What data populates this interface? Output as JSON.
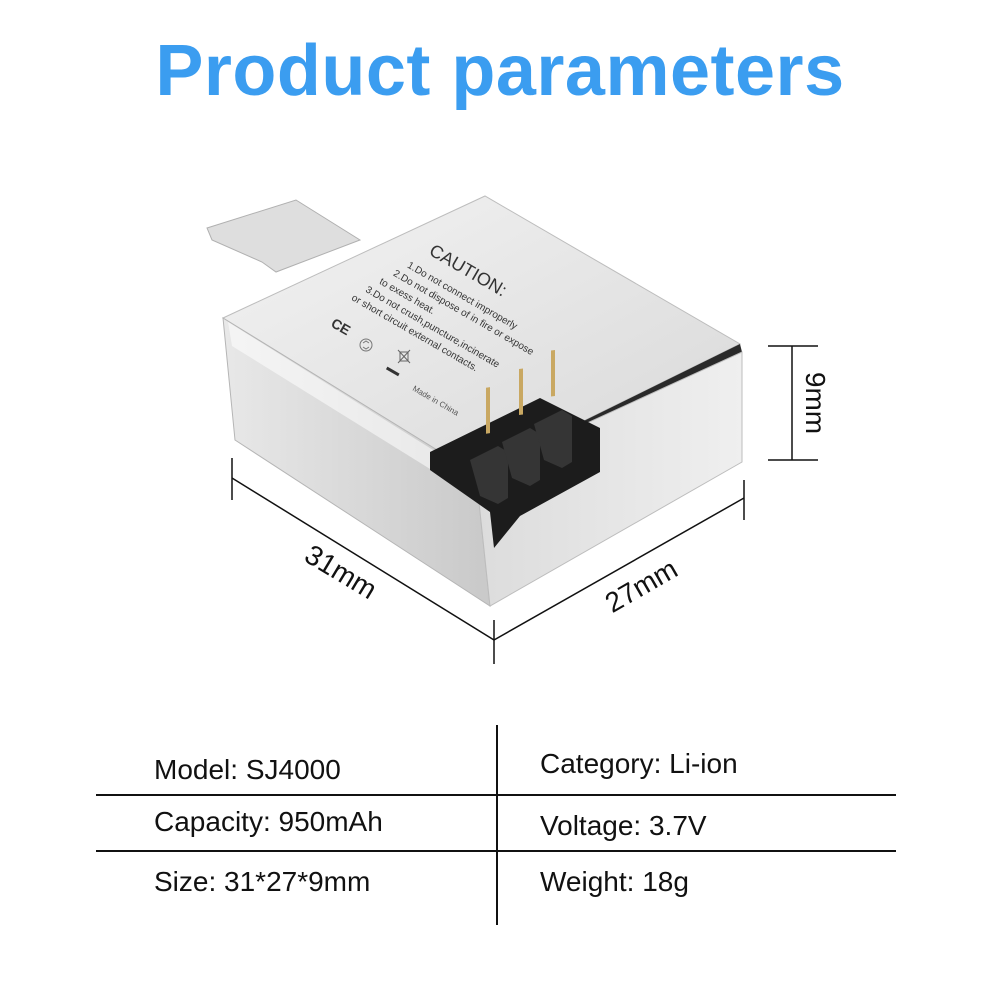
{
  "title": "Product parameters",
  "product": {
    "label": {
      "heading": "CAUTION:",
      "lines": [
        "1.Do not connect improperly",
        "2.Do not dispose of in fire or expose",
        "to exess heat.",
        "3.Do not crush,puncture,incinerate",
        "or short circuit external contacts."
      ],
      "ce_mark": "CE",
      "origin": "Made in China"
    },
    "icons": [
      "ce-mark-icon",
      "recycle-icon",
      "crossed-bin-icon"
    ],
    "colors": {
      "body": "#e6e6e6",
      "side": "#cfcfcf",
      "connector": "#1c1c1c",
      "pins": "#c9a862"
    }
  },
  "dimensions": {
    "length": "31mm",
    "width": "27mm",
    "height": "9mm"
  },
  "specs": {
    "model": "Model: SJ4000",
    "category": "Category: Li-ion",
    "capacity": "Capacity: 950mAh",
    "voltage": "Voltage: 3.7V",
    "size": "Size: 31*27*9mm",
    "weight": "Weight: 18g"
  },
  "colors": {
    "title": "#3b9df0",
    "text": "#111111"
  }
}
